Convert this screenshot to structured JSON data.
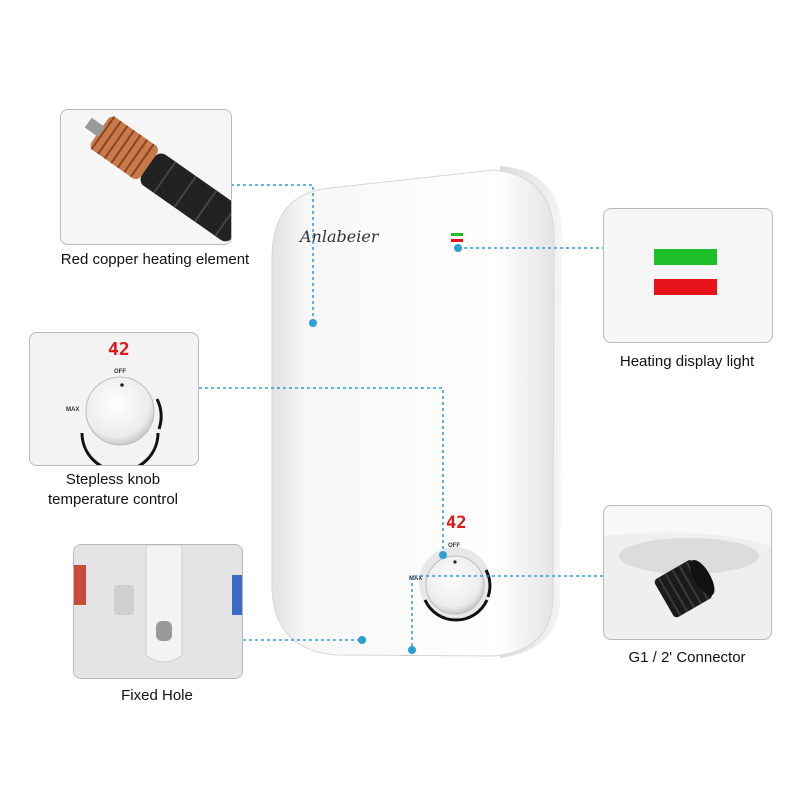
{
  "product": {
    "brand": "Anlabeier",
    "display_value": "42",
    "knob_off_label": "OFF",
    "knob_max_label": "MAX"
  },
  "callouts": {
    "heating_element": {
      "label": "Red copper heating element"
    },
    "display_light": {
      "label": "Heating display light",
      "colors": [
        "#1fbf2a",
        "#e8141c"
      ]
    },
    "knob": {
      "label_line1": "Stepless knob",
      "label_line2": "temperature control",
      "display_value": "42",
      "off_label": "OFF",
      "max_label": "MAX"
    },
    "fixed_hole": {
      "label": "Fixed Hole"
    },
    "connector": {
      "label": "G1 / 2' Connector"
    }
  },
  "colors": {
    "leader_line": "#2a9fd8",
    "digit_red": "#e01818"
  }
}
